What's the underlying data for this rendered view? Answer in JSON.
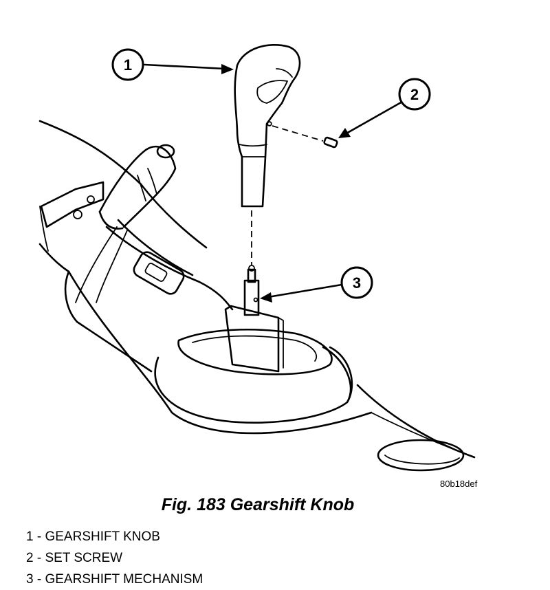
{
  "callouts": [
    {
      "number": "1",
      "name": "GEARSHIFT KNOB"
    },
    {
      "number": "2",
      "name": "SET SCREW"
    },
    {
      "number": "3",
      "name": "GEARSHIFT MECHANISM"
    }
  ],
  "art_code": "80b18def",
  "caption": "Fig. 183 Gearshift Knob",
  "legend": [
    {
      "number": "1",
      "separator": "-",
      "text": "GEARSHIFT KNOB"
    },
    {
      "number": "2",
      "separator": "-",
      "text": "SET SCREW"
    },
    {
      "number": "3",
      "separator": "-",
      "text": "GEARSHIFT MECHANISM"
    }
  ]
}
